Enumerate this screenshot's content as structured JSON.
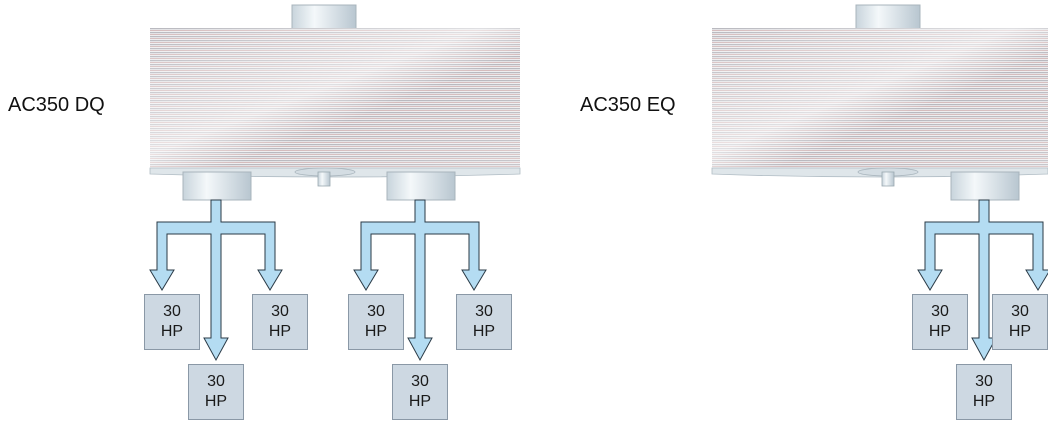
{
  "units": [
    {
      "model": "AC350 DQ",
      "outputs": [
        {
          "boxes": [
            {
              "power": "30",
              "unit": "HP"
            },
            {
              "power": "30",
              "unit": "HP"
            },
            {
              "power": "30",
              "unit": "HP"
            }
          ]
        },
        {
          "boxes": [
            {
              "power": "30",
              "unit": "HP"
            },
            {
              "power": "30",
              "unit": "HP"
            },
            {
              "power": "30",
              "unit": "HP"
            }
          ]
        }
      ]
    },
    {
      "model": "AC350 EQ",
      "outputs": [
        {
          "boxes": [
            {
              "power": "30",
              "unit": "HP"
            },
            {
              "power": "30",
              "unit": "HP"
            },
            {
              "power": "30",
              "unit": "HP"
            }
          ]
        }
      ]
    }
  ],
  "colors": {
    "flow_arrow": "#b4dcf2",
    "flow_outline": "#2a3a46",
    "hp_box_fill": "#cdd8e2",
    "cooler_fin_light": "#e8e8ea",
    "cooler_fin_dark": "#bcbcc2",
    "cooler_fin_red": "#c9a8a8"
  }
}
